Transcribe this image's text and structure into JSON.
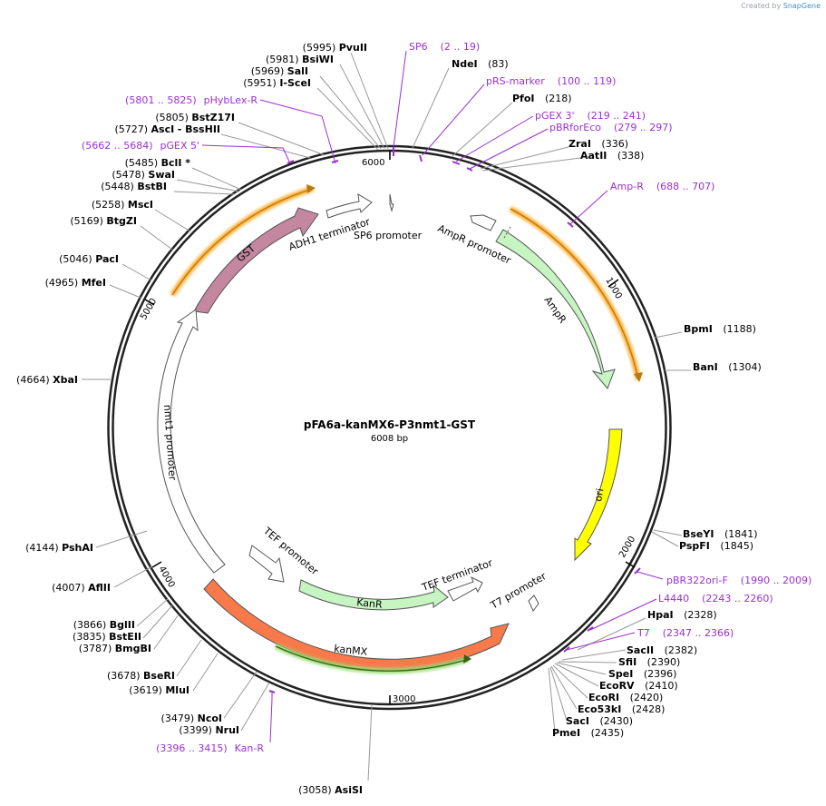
{
  "credit": {
    "prefix": "Created by",
    "brand": "SnapGene"
  },
  "map": {
    "name": "pFA6a-kanMX6-P3nmt1-GST",
    "length_label": "6008 bp",
    "total_bp": 6008
  },
  "ticks": [
    "1000",
    "2000",
    "3000",
    "4000",
    "5000",
    "6000"
  ],
  "sites": [
    {
      "name": "PvuII",
      "pos": "(5995)"
    },
    {
      "name": "BsiWI",
      "pos": "(5981)"
    },
    {
      "name": "SalI",
      "pos": "(5969)"
    },
    {
      "name": "I-SceI",
      "pos": "(5951)"
    },
    {
      "name": "BstZ17I",
      "pos": "(5805)"
    },
    {
      "name": "AscI",
      "pos": "(5727)",
      "name2": "- BssHII"
    },
    {
      "name": "BclI *",
      "pos": "(5485)"
    },
    {
      "name": "SwaI",
      "pos": "(5478)"
    },
    {
      "name": "BstBI",
      "pos": "(5448)"
    },
    {
      "name": "MscI",
      "pos": "(5258)"
    },
    {
      "name": "BtgZI",
      "pos": "(5169)"
    },
    {
      "name": "PacI",
      "pos": "(5046)"
    },
    {
      "name": "MfeI",
      "pos": "(4965)"
    },
    {
      "name": "XbaI",
      "pos": "(4664)"
    },
    {
      "name": "PshAI",
      "pos": "(4144)"
    },
    {
      "name": "AflII",
      "pos": "(4007)"
    },
    {
      "name": "BglII",
      "pos": "(3866)"
    },
    {
      "name": "BstEII",
      "pos": "(3835)"
    },
    {
      "name": "BmgBI",
      "pos": "(3787)"
    },
    {
      "name": "BseRI",
      "pos": "(3678)"
    },
    {
      "name": "MluI",
      "pos": "(3619)"
    },
    {
      "name": "NcoI",
      "pos": "(3479)"
    },
    {
      "name": "NruI",
      "pos": "(3399)"
    },
    {
      "name": "AsiSI",
      "pos": "(3058)"
    },
    {
      "name": "NdeI",
      "pos": "(83)"
    },
    {
      "name": "PfoI",
      "pos": "(218)"
    },
    {
      "name": "ZraI",
      "pos": "(336)"
    },
    {
      "name": "AatII",
      "pos": "(338)"
    },
    {
      "name": "BpmI",
      "pos": "(1188)"
    },
    {
      "name": "BanI",
      "pos": "(1304)"
    },
    {
      "name": "BseYI",
      "pos": "(1841)"
    },
    {
      "name": "PspFI",
      "pos": "(1845)"
    },
    {
      "name": "HpaI",
      "pos": "(2328)"
    },
    {
      "name": "SacII",
      "pos": "(2382)"
    },
    {
      "name": "SfiI",
      "pos": "(2390)"
    },
    {
      "name": "SpeI",
      "pos": "(2396)"
    },
    {
      "name": "EcoRV",
      "pos": "(2410)"
    },
    {
      "name": "EcoRI",
      "pos": "(2420)"
    },
    {
      "name": "Eco53kI",
      "pos": "(2428)"
    },
    {
      "name": "SacI",
      "pos": "(2430)"
    },
    {
      "name": "PmeI",
      "pos": "(2435)"
    }
  ],
  "primers": [
    {
      "name": "SP6",
      "range": "(2 .. 19)"
    },
    {
      "name": "pRS-marker",
      "range": "(100 .. 119)"
    },
    {
      "name": "pGEX 3'",
      "range": "(219 .. 241)"
    },
    {
      "name": "pBRforEco",
      "range": "(279 .. 297)"
    },
    {
      "name": "Amp-R",
      "range": "(688 .. 707)"
    },
    {
      "name": "pHybLex-R",
      "range": "(5801 .. 5825)"
    },
    {
      "name": "pGEX 5'",
      "range": "(5662 .. 5684)"
    },
    {
      "name": "pBR322ori-F",
      "range": "(1990 .. 2009)"
    },
    {
      "name": "L4440",
      "range": "(2243 .. 2260)"
    },
    {
      "name": "T7",
      "range": "(2347 .. 2366)"
    },
    {
      "name": "Kan-R",
      "range": "(3396 .. 3415)"
    }
  ],
  "features": {
    "sp6_promoter": "SP6 promoter",
    "adh1_terminator": "ADH1 terminator",
    "gst": "GST",
    "ampr_promoter": "AmpR promoter",
    "ampr": "AmpR",
    "ori": "ori",
    "nmt1_promoter": "nmt1 promoter",
    "tef_promoter": "TEF promoter",
    "kanr": "KanR",
    "tef_terminator": "TEF terminator",
    "kanmx": "kanMX",
    "t7_promoter": "T7 promoter"
  },
  "colors": {
    "gst": "#c4879f",
    "ampr": "#c6f5c2",
    "ori": "#ffff00",
    "kanmx": "#f87a4b",
    "kanr": "#c6f5c2",
    "primer": "#9b30d0",
    "orf_outline": "#ffaa2a"
  }
}
